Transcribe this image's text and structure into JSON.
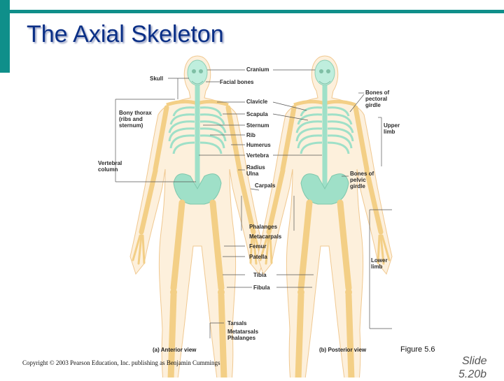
{
  "title": "The Axial Skeleton",
  "figure": {
    "labels": {
      "skull": "Skull",
      "cranium": "Cranium",
      "facial_bones": "Facial bones",
      "bony_thorax": "Bony thorax",
      "bony_thorax_2": "(ribs and",
      "bony_thorax_3": "sternum)",
      "clavicle": "Clavicle",
      "scapula": "Scapula",
      "sternum": "Sternum",
      "rib": "Rib",
      "humerus": "Humerus",
      "vertebra": "Vertebra",
      "vertebral_column": "Vertebral",
      "vertebral_column_2": "column",
      "radius": "Radius",
      "ulna": "Ulna",
      "carpals": "Carpals",
      "phalanges": "Phalanges",
      "metacarpals": "Metacarpals",
      "femur": "Femur",
      "patella": "Patella",
      "tibia": "Tibia",
      "fibula": "Fibula",
      "tarsals": "Tarsals",
      "metatarsals": "Metatarsals",
      "phalanges_foot": "Phalanges",
      "pectoral_girdle": "Bones of",
      "pectoral_girdle_2": "pectoral",
      "pectoral_girdle_3": "girdle",
      "upper_limb": "Upper",
      "upper_limb_2": "limb",
      "pelvic_girdle": "Bones of",
      "pelvic_girdle_2": "pelvic",
      "pelvic_girdle_3": "girdle",
      "lower_limb": "Lower",
      "lower_limb_2": "limb"
    },
    "anterior_caption": "(a) Anterior view",
    "posterior_caption": "(b) Posterior view"
  },
  "figure_number": "Figure 5.6",
  "copyright": "Copyright © 2003 Pearson Education, Inc. publishing as Benjamin Cummings",
  "slide_label": "Slide",
  "slide_number": "5.20b",
  "colors": {
    "accent": "#0f8f8a",
    "title": "#0a2f86",
    "bone": "#f3cf86",
    "axial": "#9fe0c8",
    "body": "#fdf0dc"
  }
}
